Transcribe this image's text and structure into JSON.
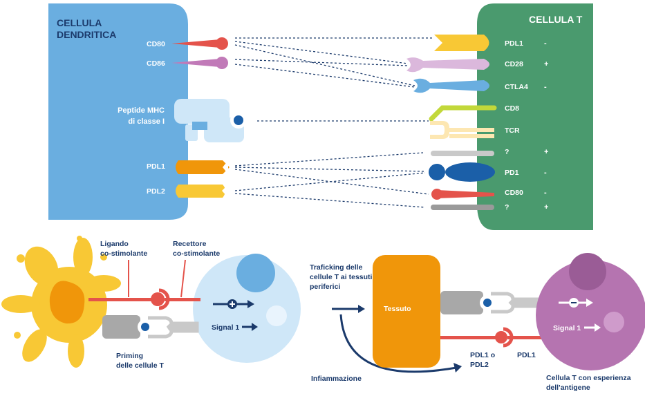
{
  "dendritic": {
    "title_line1": "CELLULA",
    "title_line2": "DENDRITICA",
    "cd80": "CD80",
    "cd86": "CD86",
    "mhc_line1": "Peptide MHC",
    "mhc_line2": "di classe I",
    "pdl1": "PDL1",
    "pdl2": "PDL2"
  },
  "tcell": {
    "title": "CELLULA T",
    "receptors": [
      {
        "label": "PDL1",
        "sign": "-"
      },
      {
        "label": "CD28",
        "sign": "+"
      },
      {
        "label": "CTLA4",
        "sign": "-"
      },
      {
        "label": "CD8",
        "sign": ""
      },
      {
        "label": "TCR",
        "sign": ""
      },
      {
        "label": "?",
        "sign": "+"
      },
      {
        "label": "PD1",
        "sign": "-"
      },
      {
        "label": "CD80",
        "sign": "-"
      },
      {
        "label": "?",
        "sign": "+"
      }
    ]
  },
  "bottom": {
    "ligando_1": "Ligando",
    "ligando_2": "co-stimolante",
    "recettore_1": "Recettore",
    "recettore_2": "co-stimolante",
    "priming_1": "Priming",
    "priming_2": "delle cellule T",
    "signal1_left": "Signal 1",
    "trafficking_1": "Traficking delle",
    "trafficking_2": "cellule T ai tessuti",
    "trafficking_3": "periferici",
    "infiammazione": "Infiammazione",
    "tessuto": "Tessuto",
    "pdl_o_1": "PDL1 o",
    "pdl_o_2": "PDL2",
    "pdl1": "PDL1",
    "signal1_right": "Signal 1",
    "exp_1": "Cellula T con esperienza",
    "exp_2": "dell'antigene"
  },
  "colors": {
    "dc_blue": "#6aaee0",
    "tcell_green": "#4a9a6e",
    "red": "#e4534b",
    "purple": "#c17ab8",
    "orange": "#f0960a",
    "yellow": "#f8c835",
    "navy": "#1b3a6b"
  }
}
